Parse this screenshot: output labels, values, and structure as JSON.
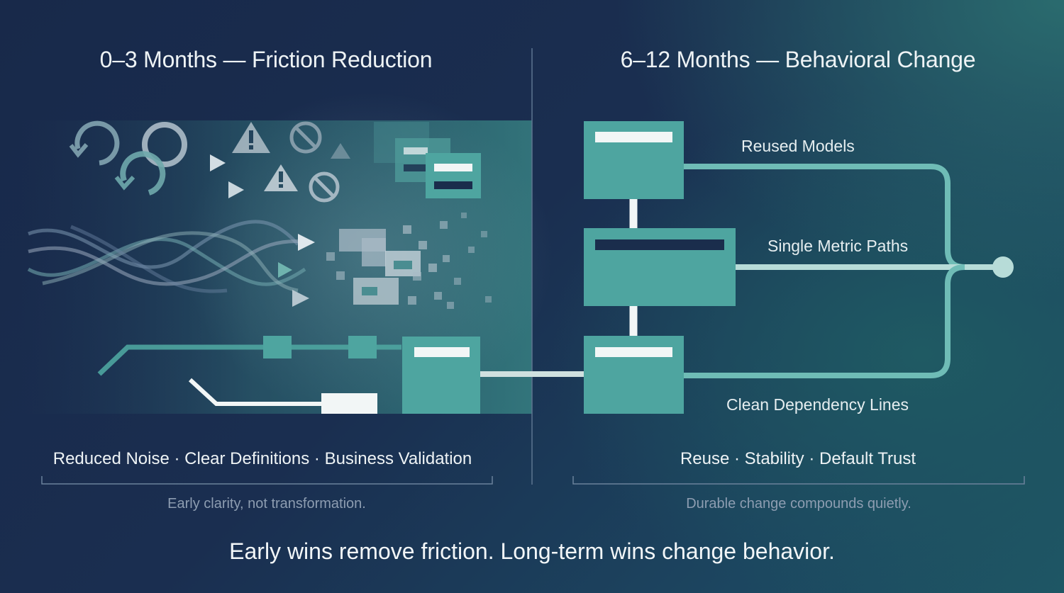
{
  "left": {
    "title": "0–3 Months — Friction Reduction",
    "keywords": "Reduced Noise · Clear Definitions · Business Validation",
    "note": "Early clarity, not transformation."
  },
  "right": {
    "title": "6–12 Months — Behavioral Change",
    "labels": [
      "Reused Models",
      "Single Metric Paths",
      "Clean Dependency Lines"
    ],
    "keywords": "Reuse · Stability · Default Trust",
    "note": "Durable change compounds quietly."
  },
  "footer": "Early wins remove friction. Long-term wins change behavior.",
  "colors": {
    "teal": "#4ea5a0",
    "dark_bar": "#1a2d4c",
    "light": "#f2f6f6",
    "accent_line": "#6fbcb6"
  },
  "icons": [
    "loop-arrow-icon",
    "warning-triangle-icon",
    "prohibited-icon",
    "arrow-right-icon",
    "endpoint-node-icon"
  ]
}
